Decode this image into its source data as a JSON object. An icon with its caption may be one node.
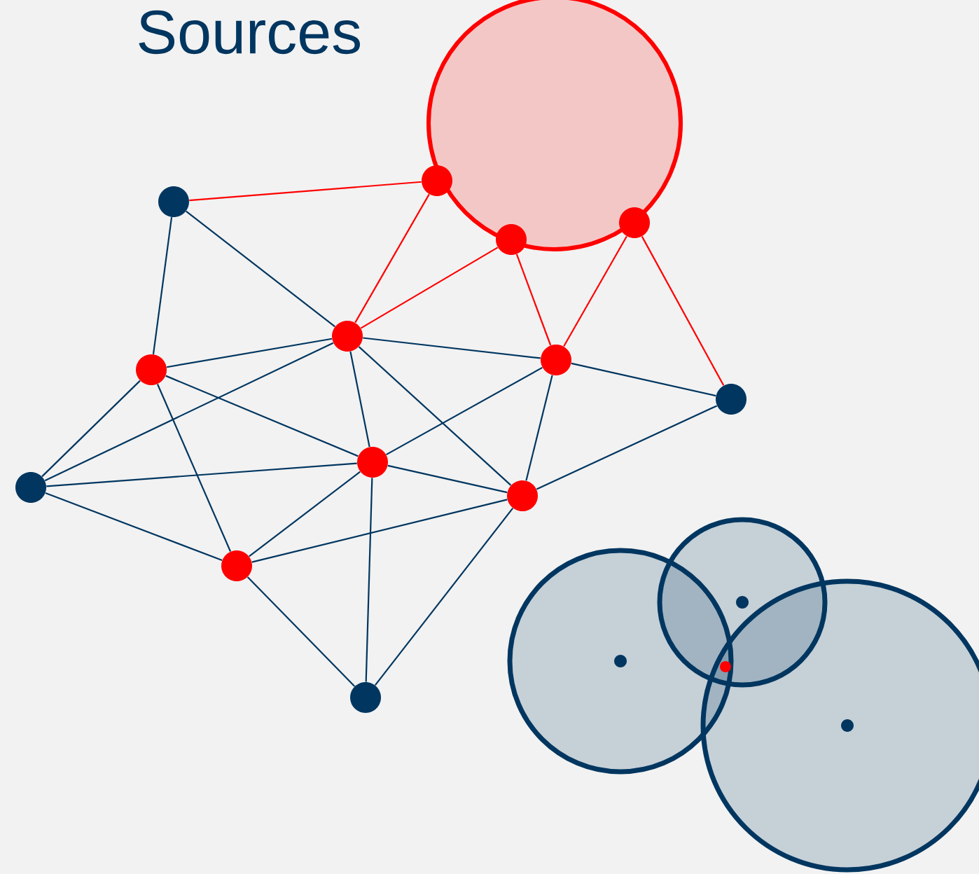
{
  "diagram": {
    "title": "Sources",
    "nodes": [
      {
        "text": [],
        "shape": "circle"
      },
      {
        "text": [],
        "shape": "circle"
      },
      {
        "text": [],
        "shape": "circle"
      },
      {
        "text": [],
        "shape": "circle"
      },
      {
        "text": [],
        "shape": "circle"
      },
      {
        "text": [],
        "shape": "circle"
      },
      {
        "text": [],
        "shape": "circle"
      },
      {
        "text": [],
        "shape": "circle"
      },
      {
        "text": [],
        "shape": "circle"
      },
      {
        "text": [],
        "shape": "circle"
      },
      {
        "text": [],
        "shape": "circle"
      },
      {
        "text": [],
        "shape": "circle"
      },
      {
        "text": [],
        "shape": "circle"
      },
      {
        "text": [],
        "shape": "circle"
      },
      {
        "text": [],
        "shape": "circle"
      },
      {
        "text": [],
        "shape": "circle"
      },
      {
        "text": [],
        "shape": "circle"
      }
    ],
    "edges": [
      {
        "from": 4,
        "to": 1,
        "arrow": "none",
        "color": "#ff0000"
      },
      {
        "from": 1,
        "to": 5,
        "arrow": "none",
        "color": "#ff0000"
      },
      {
        "from": 2,
        "to": 5,
        "arrow": "none",
        "color": "#ff0000"
      },
      {
        "from": 2,
        "to": 7,
        "arrow": "none",
        "color": "#ff0000"
      },
      {
        "from": 3,
        "to": 7,
        "arrow": "none",
        "color": "#ff0000"
      },
      {
        "from": 3,
        "to": 8,
        "arrow": "none",
        "color": "#ff0000"
      },
      {
        "from": 4,
        "to": 6,
        "arrow": "none"
      },
      {
        "from": 4,
        "to": 5,
        "arrow": "none"
      },
      {
        "from": 6,
        "to": 5,
        "arrow": "none"
      },
      {
        "from": 6,
        "to": 9,
        "arrow": "none"
      },
      {
        "from": 6,
        "to": 10,
        "arrow": "none"
      },
      {
        "from": 6,
        "to": 12,
        "arrow": "none"
      },
      {
        "from": 5,
        "to": 9,
        "arrow": "none"
      },
      {
        "from": 5,
        "to": 7,
        "arrow": "none"
      },
      {
        "from": 5,
        "to": 10,
        "arrow": "none"
      },
      {
        "from": 5,
        "to": 11,
        "arrow": "none"
      },
      {
        "from": 7,
        "to": 10,
        "arrow": "none"
      },
      {
        "from": 7,
        "to": 11,
        "arrow": "none"
      },
      {
        "from": 7,
        "to": 8,
        "arrow": "none"
      },
      {
        "from": 9,
        "to": 10,
        "arrow": "none"
      },
      {
        "from": 9,
        "to": 12,
        "arrow": "none"
      },
      {
        "from": 10,
        "to": 12,
        "arrow": "none"
      },
      {
        "from": 10,
        "to": 11,
        "arrow": "none"
      },
      {
        "from": 10,
        "to": 13,
        "arrow": "none"
      },
      {
        "from": 11,
        "to": 12,
        "arrow": "none"
      },
      {
        "from": 11,
        "to": 13,
        "arrow": "none"
      },
      {
        "from": 11,
        "to": 8,
        "arrow": "none"
      },
      {
        "from": 12,
        "to": 13,
        "arrow": "none"
      }
    ]
  }
}
